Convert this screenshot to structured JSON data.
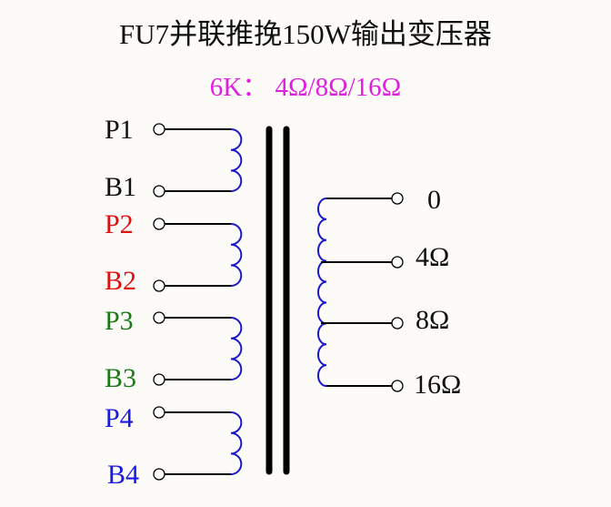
{
  "title": "FU7并联推挽150W输出变压器",
  "subtitle": "6K：  4Ω/8Ω/16Ω",
  "colors": {
    "background": "#fdfbf7",
    "wire": "#000000",
    "coil": "#1a1acc",
    "core": "#000000",
    "subtitle": "#e020e0",
    "group1": "#111111",
    "group2": "#e01010",
    "group3": "#1a7a1a",
    "group4": "#1a1ae0"
  },
  "primary": {
    "windings": [
      {
        "top": "P1",
        "bottom": "B1",
        "color": "#111111"
      },
      {
        "top": "P2",
        "bottom": "B2",
        "color": "#e01010"
      },
      {
        "top": "P3",
        "bottom": "B3",
        "color": "#1a7a1a"
      },
      {
        "top": "P4",
        "bottom": "B4",
        "color": "#1a1ae0"
      }
    ]
  },
  "secondary": {
    "taps": [
      "0",
      "4Ω",
      "8Ω",
      "16Ω"
    ]
  }
}
